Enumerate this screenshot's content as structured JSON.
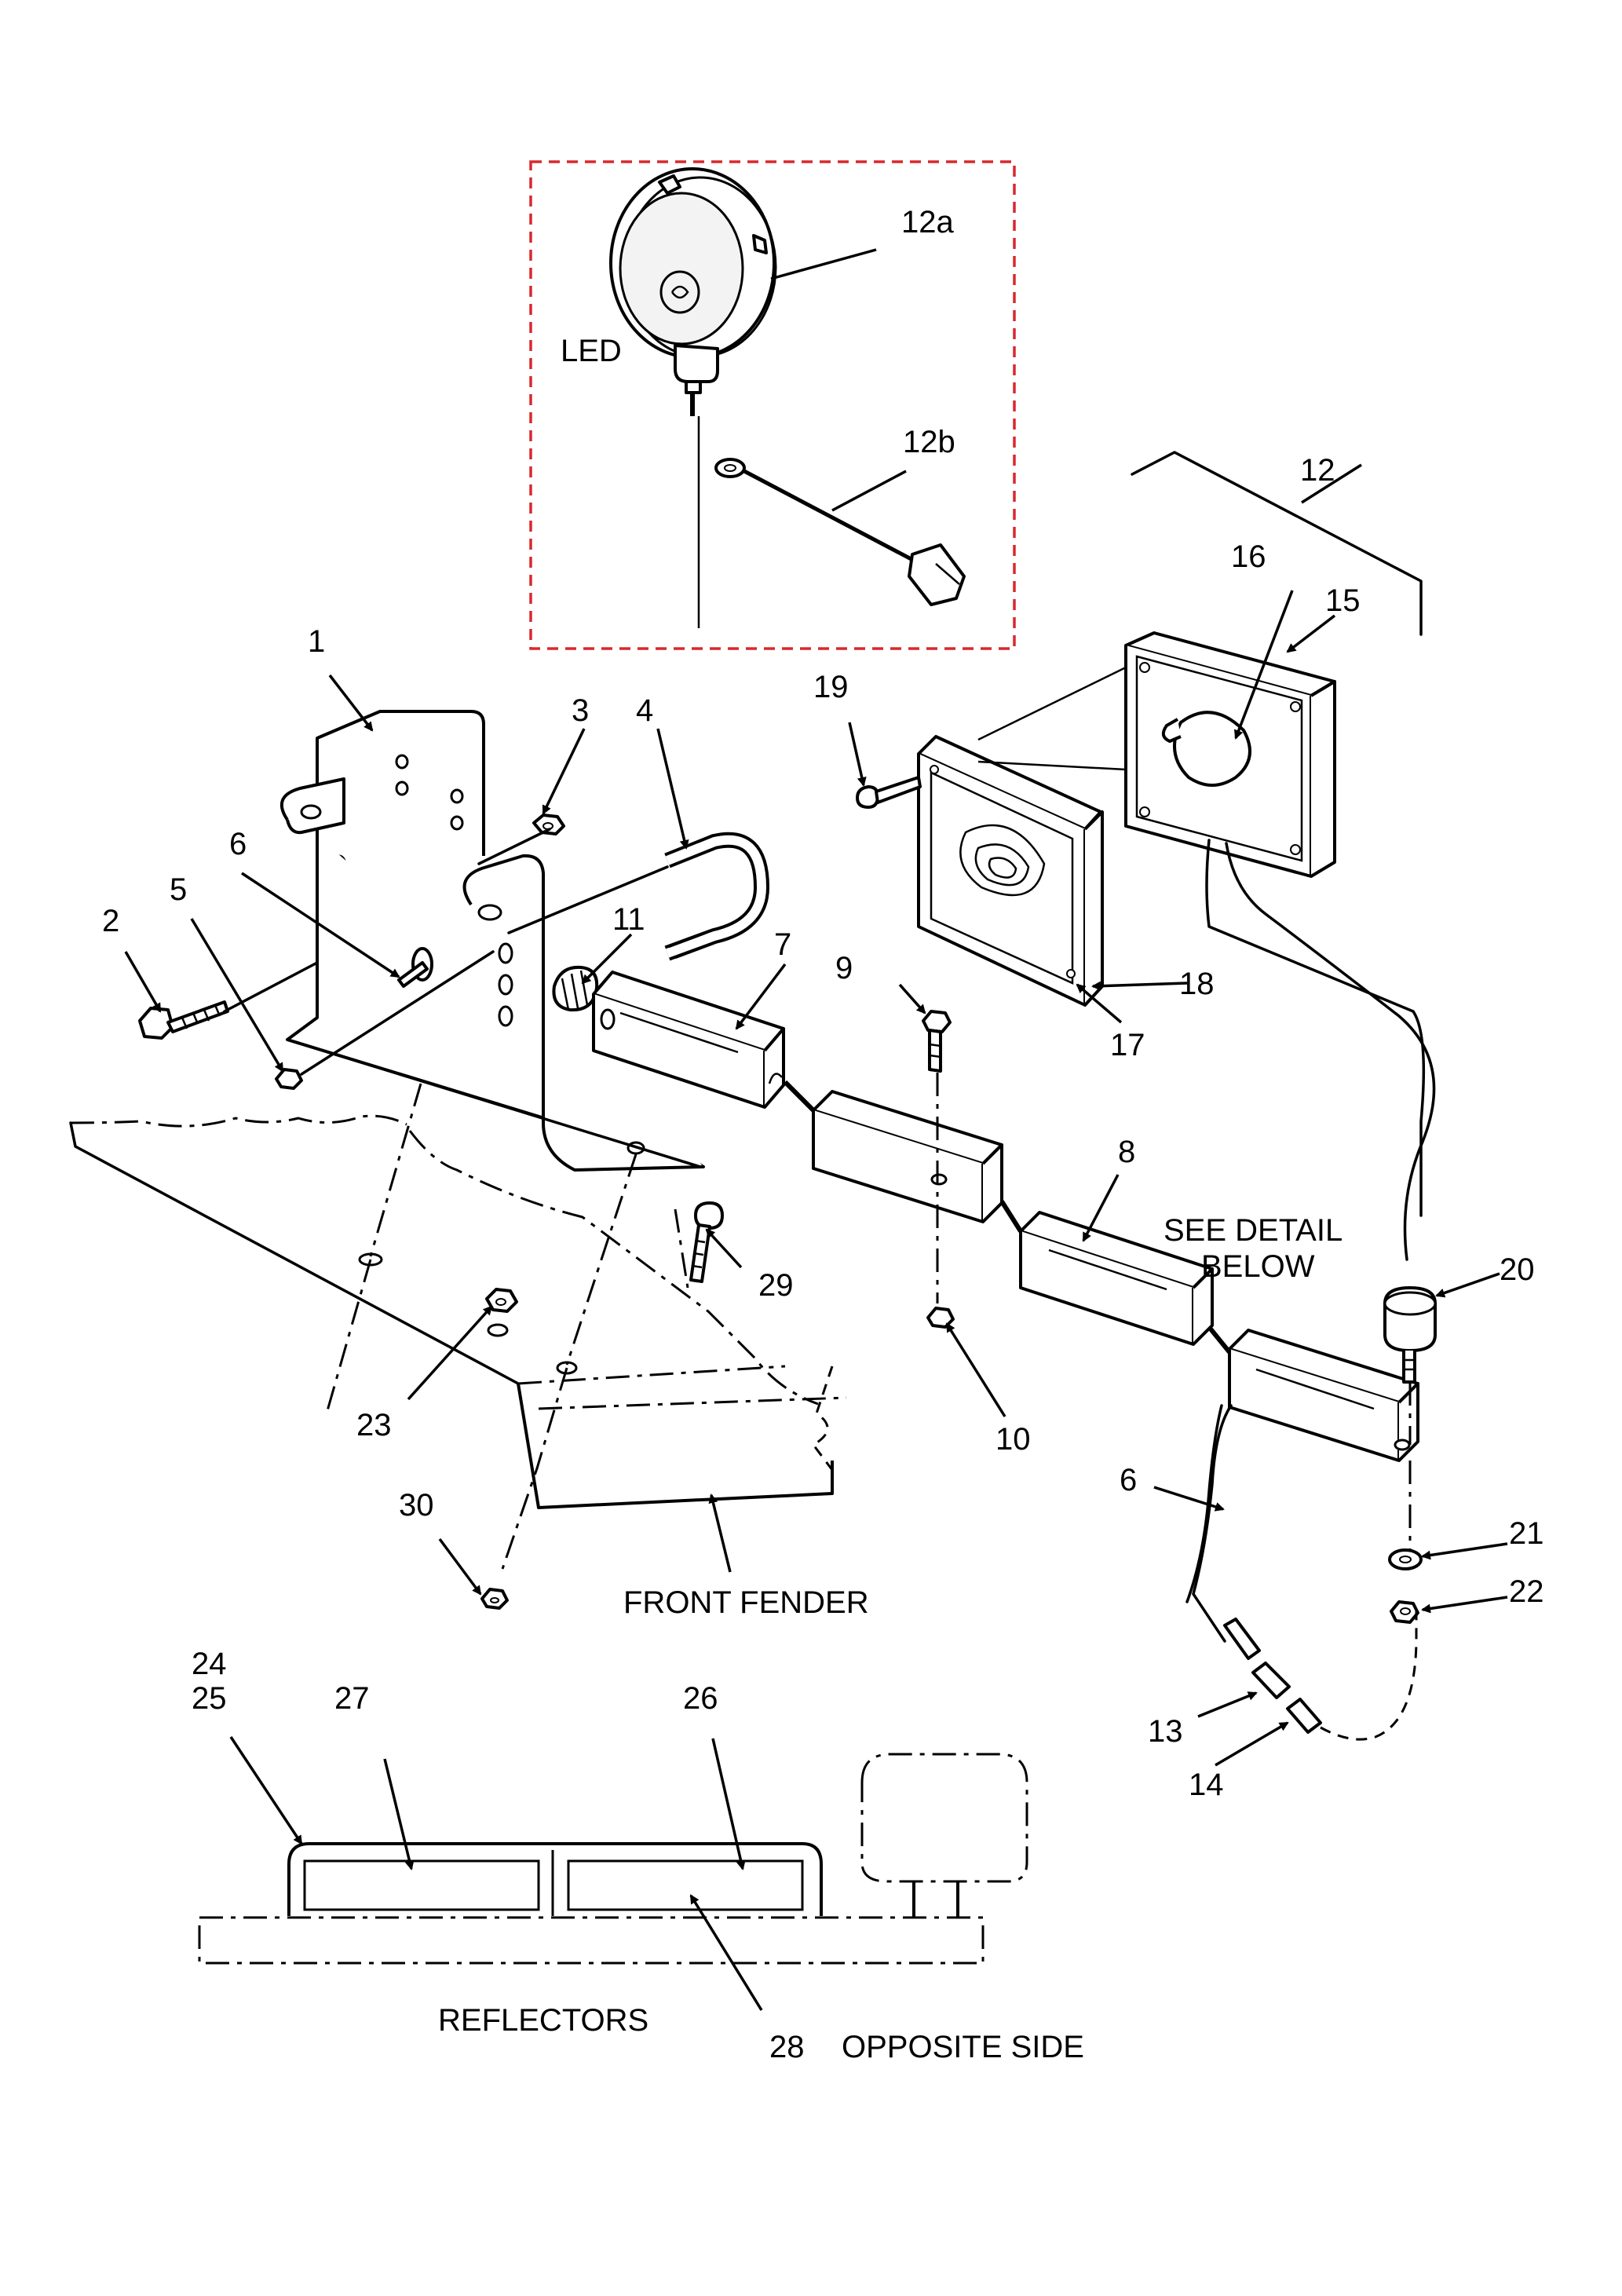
{
  "detail_box": {
    "border_color": "#d8282e",
    "led_label": "LED",
    "callouts": [
      "12a",
      "12b"
    ]
  },
  "callouts": {
    "c1": "1",
    "c2": "2",
    "c3": "3",
    "c4": "4",
    "c5": "5",
    "c6a": "6",
    "c6b": "6",
    "c7": "7",
    "c8": "8",
    "c9": "9",
    "c10": "10",
    "c11": "11",
    "c12": "12",
    "c13": "13",
    "c14": "14",
    "c15": "15",
    "c16": "16",
    "c17": "17",
    "c18": "18",
    "c19": "19",
    "c20": "20",
    "c21": "21",
    "c22": "22",
    "c23": "23",
    "c24": "24",
    "c25": "25",
    "c26": "26",
    "c27": "27",
    "c28": "28",
    "c29": "29",
    "c30": "30"
  },
  "labels": {
    "see_detail_line1": "SEE DETAIL",
    "see_detail_line2": "BELOW",
    "front_fender": "FRONT FENDER",
    "reflectors": "REFLECTORS",
    "opposite_side": "OPPOSITE SIDE"
  }
}
